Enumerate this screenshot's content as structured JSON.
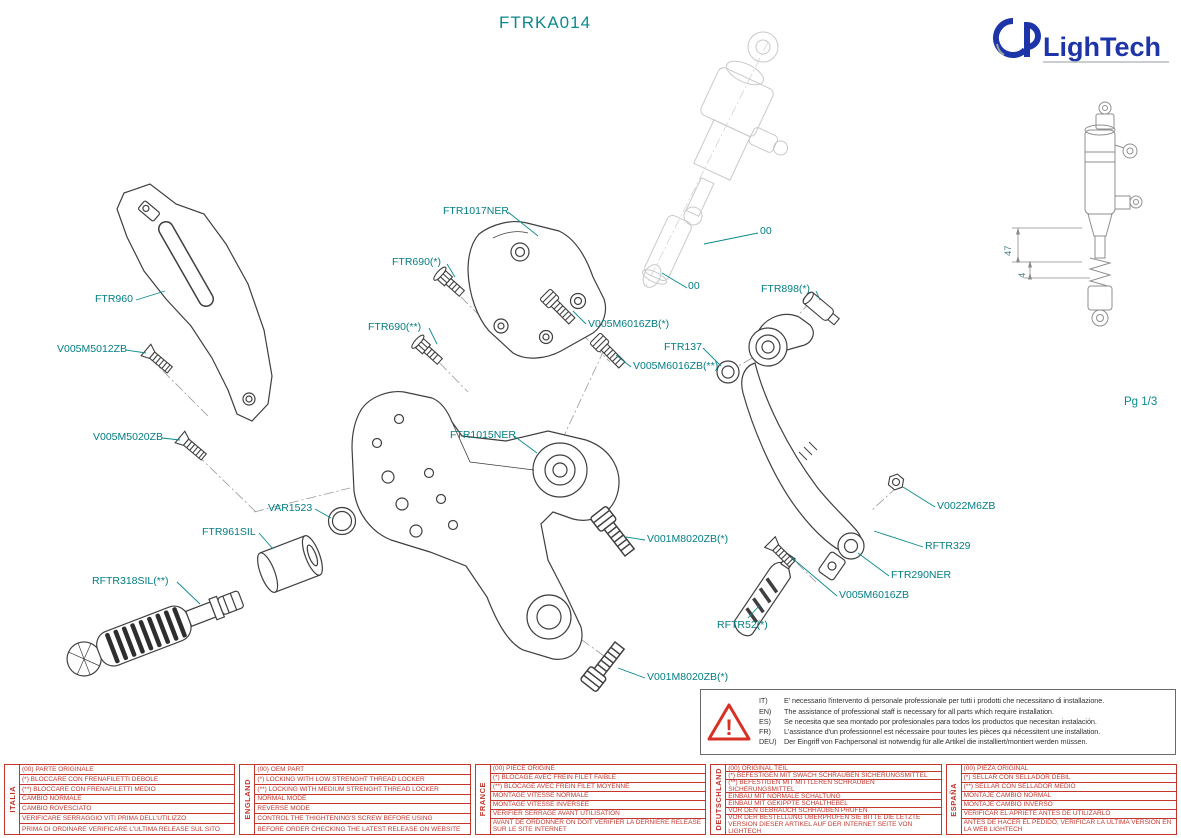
{
  "page": {
    "title": "FTRKA014",
    "page_number": "Pg 1/3"
  },
  "logo": {
    "name": "LighTech"
  },
  "colors": {
    "label_teal": "#037e84",
    "logo_blue": "#1d35a8",
    "table_red": "#c5372e",
    "drawing_line": "#3f3f3f",
    "ghost_line": "#c9c9c9"
  },
  "part_labels": {
    "ftr1017ner": "FTR1017NER",
    "ftr690_a": "FTR690(*)",
    "ftr690_b": "FTR690(**)",
    "ftr960": "FTR960",
    "v005m5012zb": "V005M5012ZB",
    "v005m5020zb": "V005M5020ZB",
    "var1523": "VAR1523",
    "ftr961sil": "FTR961SIL",
    "rftr318sil": "RFTR318SIL(**)",
    "ftr1015ner": "FTR1015NER",
    "v005m6016zb_a": "V005M6016ZB(*)",
    "ftr137": "FTR137",
    "v005m6016zb_b": "V005M6016ZB(**)",
    "ftr898": "FTR898(*)",
    "oem_top": "00",
    "oem_left": "00",
    "v001m8020zb_a": "V001M8020ZB(*)",
    "v0022m6zb": "V0022M6ZB",
    "rftr329": "RFTR329",
    "ftr290ner": "FTR290NER",
    "v005m6016zb_c": "V005M6016ZB",
    "rftr52": "RFTR52(*)",
    "v001m8020zb_b": "V001M8020ZB(*)",
    "dim_47": "47",
    "dim_4": "4"
  },
  "warning": {
    "lines": [
      {
        "code": "IT)",
        "text": "E' necessario l'intervento di personale professionale per tutti i prodotti che necessitano di installazione."
      },
      {
        "code": "EN)",
        "text": "The assistance of professional staff is necessary for all parts which require installation."
      },
      {
        "code": "ES)",
        "text": "Se necesita que sea montado por profesionales para todos los productos que necesitan instalación."
      },
      {
        "code": "FR)",
        "text": "L'assistance d'un professionnel est nécessaire pour toutes les pièces qui nécessitent une installation."
      },
      {
        "code": "DEU)",
        "text": "Der Eingriff von Fachpersonal ist notwendig  für alle Artikel die installiert/montiert werden müssen."
      }
    ]
  },
  "footer": {
    "tables": [
      {
        "language": "ITALIA",
        "rows": [
          "(00) PARTE ORIGINALE",
          "(*)  BLOCCARE CON FRENAFILETTI DEBOLE",
          "(**) BLOCCARE CON FRENAFILETTI MEDIO",
          "CAMBIO NORMALE",
          "CAMBIO ROVESCIATO",
          "VERIFICARE SERRAGGIO VITI PRIMA DELL'UTILIZZO",
          "PRIMA DI ORDINARE VERIFICARE L'ULTIMA RELEASE SUL SITO"
        ]
      },
      {
        "language": "ENGLAND",
        "rows": [
          "(00) OEM PART",
          "(*)  LOCKING WITH LOW STRENGHT THREAD LOCKER",
          "(**) LOCKING WITH MEDIUM STRENGHT THREAD LOCKER",
          "NORMAL MODE",
          "REVERSE MODE",
          "CONTROL THE THIGHTENING'S SCREW BEFORE USING",
          "BEFORE ORDER CHECKING THE LATEST RELEASE ON WEBSITE"
        ]
      },
      {
        "language": "FRANCE",
        "rows": [
          "(00) PIECE ORIGINE",
          "(*)  BLOCAGE AVEC FREIN FILET FAIBLE",
          "(**) BLOCAGE AVEC FREIN FILET MOYENNE",
          "MONTAGE VITESSE NORMALE",
          "MONTAGE VITESSE INVERSEE",
          "VERIFIER SERRAGE AVANT UTILISATION",
          "AVANT DE ORDONNER ON DOIT VERIFIER LA DERNIERE RELEASE SUR LE SITE INTERNET"
        ]
      },
      {
        "language": "DEUTSCHLAND",
        "rows": [
          "(00) ORIGINAL TEIL",
          "(*)  BEFESTIGEN MIT SWACH SCHRAUBEN SICHERUNGSMITTEL",
          "(**) BEFESTIGEN MIT MITTLEREN SCHRAUBEN SICHERUNGSMITTEL",
          "EINBAU MIT NORMALE SCHALTUNG",
          "EINBAU MIT GEKIPPTE SCHALTHEBEL",
          "VOR DEN GEBRAUCH SCHRAUBEN PRÜFEN",
          "VOR DER BESTELLUNG ÜBERPRÜFEN SIE BITTE DIE LETZTE VERSION DIESER ARTIKEL AUF DER INTERNET SEITE VON LIGHTECH"
        ]
      },
      {
        "language": "ESPAÑA",
        "rows": [
          "(00) PIEZA ORIGINAL",
          "(*)  SELLAR CON SELLADOR DEBIL",
          "(**) SELLAR CON SELLADOR MEDIO",
          "MONTAJE CAMBIO NORMAL",
          "MONTAJE CAMBIO INVERSO",
          "VERIFICAR EL APRIETE ANTES DE UTILIZARLO",
          "ANTES DE HACER EL PEDIDO, VERIFICAR LA ULTIMA VERSION EN LA WEB LIGHTECH"
        ]
      }
    ]
  }
}
